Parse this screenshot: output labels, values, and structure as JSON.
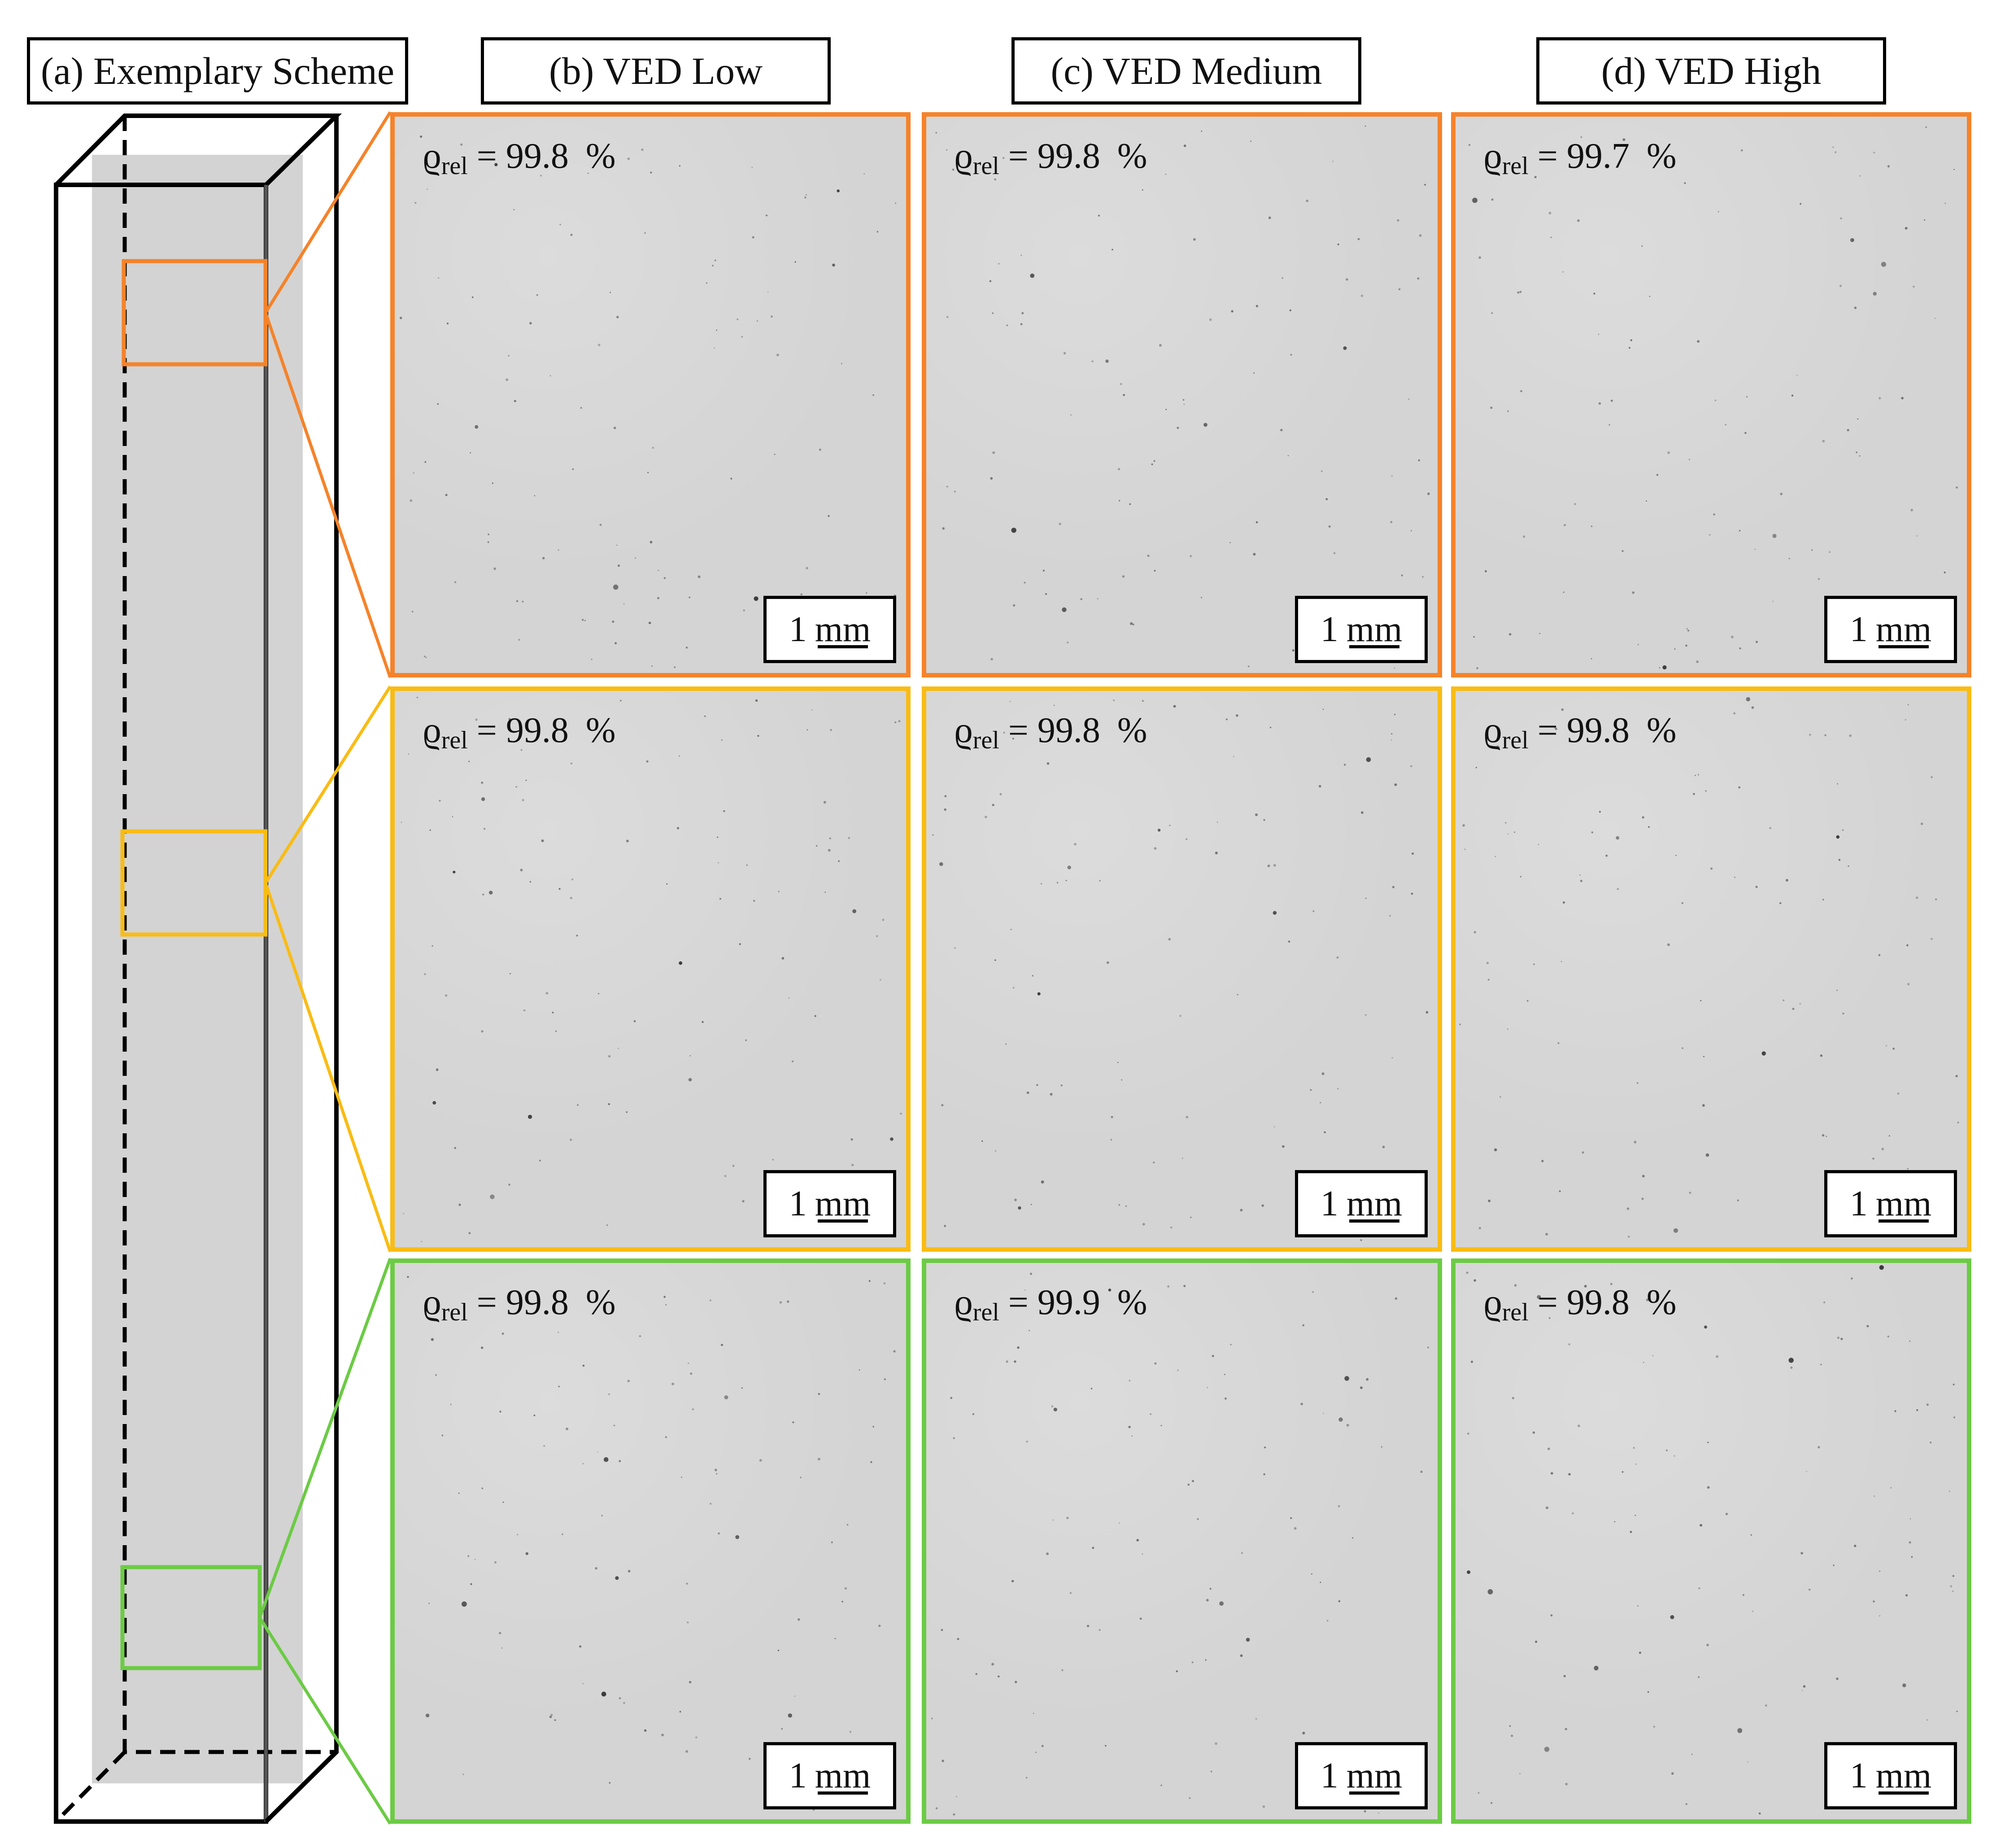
{
  "figure": {
    "scheme_label": "(a) Exemplary Scheme",
    "columns": [
      {
        "key": "low",
        "label": "(b) VED Low"
      },
      {
        "key": "medium",
        "label": "(c) VED Medium"
      },
      {
        "key": "high",
        "label": "(d) VED High"
      }
    ],
    "rows": [
      {
        "key": "top",
        "color": "#F5832A"
      },
      {
        "key": "middle",
        "color": "#F9BC15"
      },
      {
        "key": "bottom",
        "color": "#6CCB45"
      }
    ],
    "density_symbol": "ϱ",
    "density_subscript": "rel",
    "density_unit": "%",
    "scale_bar": {
      "number": "1",
      "unit": "mm"
    },
    "panels": [
      {
        "row": "top",
        "column": "low",
        "density": "99.8"
      },
      {
        "row": "top",
        "column": "medium",
        "density": "99.8"
      },
      {
        "row": "top",
        "column": "high",
        "density": "99.7"
      },
      {
        "row": "middle",
        "column": "low",
        "density": "99.8"
      },
      {
        "row": "middle",
        "column": "medium",
        "density": "99.8"
      },
      {
        "row": "middle",
        "column": "high",
        "density": "99.8"
      },
      {
        "row": "bottom",
        "column": "low",
        "density": "99.8"
      },
      {
        "row": "bottom",
        "column": "medium",
        "density": "99.9"
      },
      {
        "row": "bottom",
        "column": "high",
        "density": "99.8"
      }
    ]
  }
}
